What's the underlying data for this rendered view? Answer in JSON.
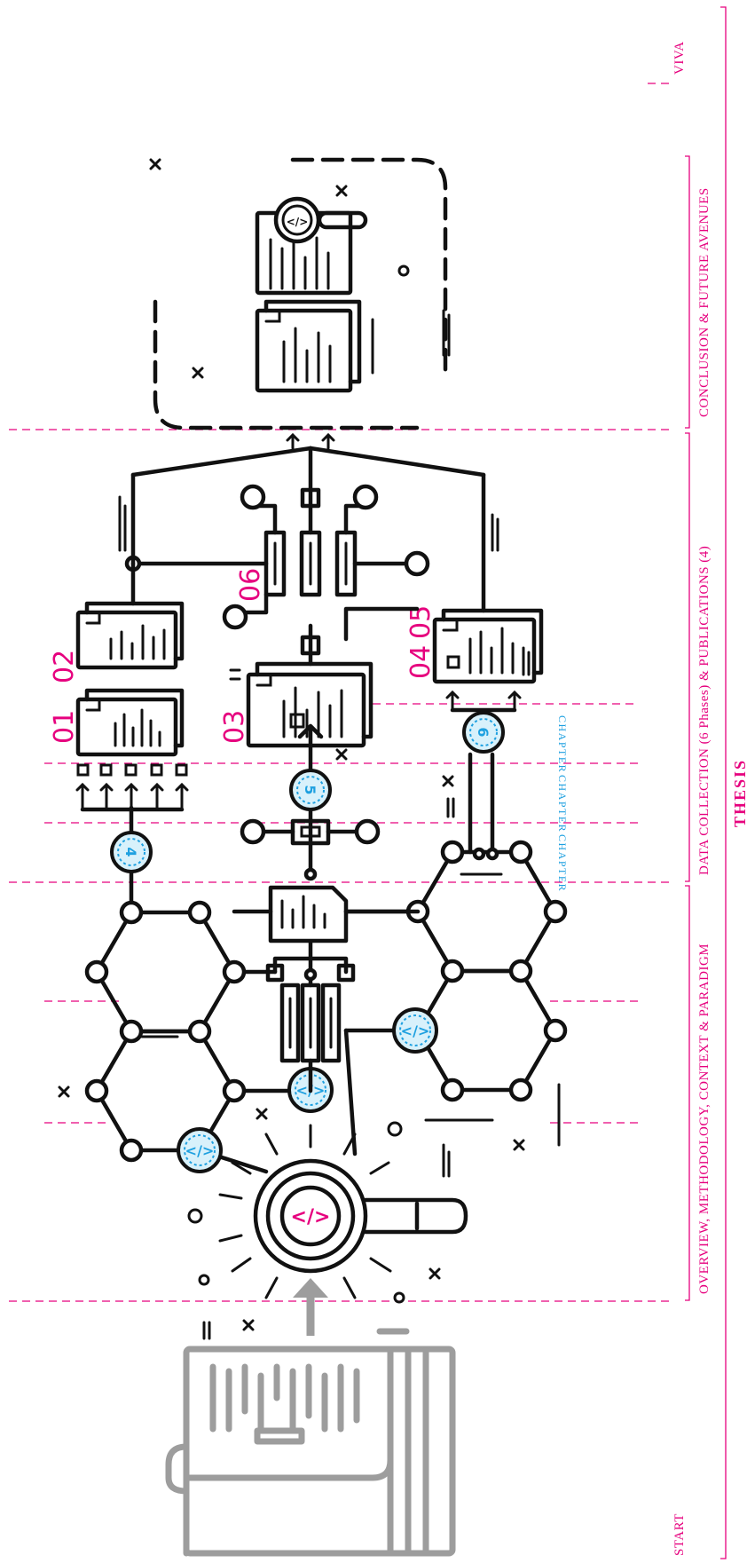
{
  "stages": {
    "start": "START",
    "overview": "OVERVIEW, METHODOLOGY, CONTEXT & PARADIGM",
    "data_collection": "DATA COLLECTION (6 Phases) & PUBLICATIONS (4)",
    "conclusion": "CONCLUSION & FUTURE AVENUES",
    "viva": "VIVA"
  },
  "thesis": "THESIS",
  "chapter_label": "CHAPTER",
  "documents": {
    "d01": "01",
    "d02": "02",
    "d03": "03",
    "d04": "04",
    "d05": "05",
    "d06": "06"
  },
  "badges": {
    "b4": "4",
    "b5": "5",
    "b6": "6",
    "code": "</>"
  },
  "colors": {
    "accent_magenta": "#e6007e",
    "accent_blue": "#1ea0e0",
    "line_black": "#111111",
    "book_gray": "#9d9d9d"
  }
}
